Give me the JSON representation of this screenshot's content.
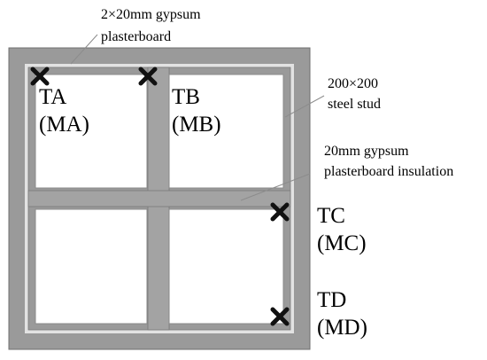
{
  "colors": {
    "board": "#9a9a9a",
    "board_edge": "#6f6f6f",
    "stud_gap": "#e2e2e2",
    "cavity": "#ffffff",
    "marker": "#111111",
    "leader": "#8c8c8c"
  },
  "annotations": {
    "plasterboard": [
      "2×20mm gypsum",
      "plasterboard"
    ],
    "stud": [
      "200×200",
      "steel stud"
    ],
    "insulation": [
      "20mm gypsum",
      "plasterboard insulation"
    ]
  },
  "points": {
    "a": [
      "TA",
      "(MA)"
    ],
    "b": [
      "TB",
      "(MB)"
    ],
    "c": [
      "TC",
      "(MC)"
    ],
    "d": [
      "TD",
      "(MD)"
    ]
  },
  "markers": [
    {
      "name": "marker-ta",
      "icon": "cross-icon"
    },
    {
      "name": "marker-tb",
      "icon": "cross-icon"
    },
    {
      "name": "marker-tc",
      "icon": "cross-icon"
    },
    {
      "name": "marker-td",
      "icon": "cross-icon"
    }
  ]
}
